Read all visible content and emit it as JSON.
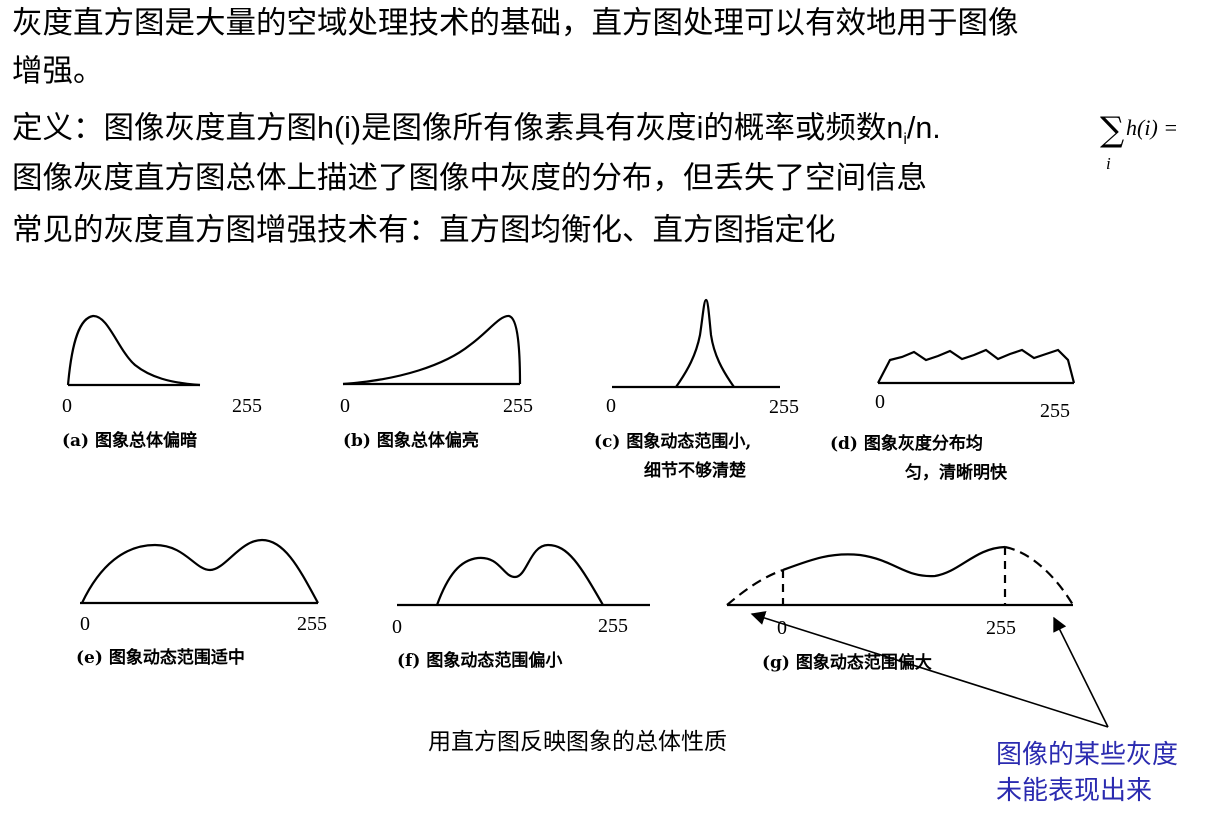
{
  "intro": {
    "line1": "灰度直方图是大量的空域处理技术的基础，直方图处理可以有效地用于图像",
    "line2": "增强。",
    "definition_prefix": "定义：图像灰度直方图",
    "definition_func": "h(i)",
    "definition_mid": "是图像所有像素具有灰度",
    "definition_var": "i",
    "definition_suffix": "的概率或频数",
    "definition_n": "n",
    "definition_sub": "i",
    "definition_tail": "/n.",
    "sum_expr": "h(i) =",
    "sum_index": "i",
    "line4": "图像灰度直方图总体上描述了图像中灰度的分布，但丢失了空间信息",
    "line5": "常见的灰度直方图增强技术有：直方图均衡化、直方图指定化"
  },
  "figure": {
    "axis_min": "0",
    "axis_max": "255",
    "panels": [
      {
        "id": "a",
        "label_lines": [
          "(a)  图象总体偏暗"
        ]
      },
      {
        "id": "b",
        "label_lines": [
          "(b)  图象总体偏亮"
        ]
      },
      {
        "id": "c",
        "label_lines": [
          "(c)  图象动态范围小,",
          "细节不够清楚"
        ]
      },
      {
        "id": "d",
        "label_lines": [
          "(d)  图象灰度分布均",
          "匀，清晰明快"
        ]
      },
      {
        "id": "e",
        "label_lines": [
          "(e)  图象动态范围适中"
        ]
      },
      {
        "id": "f",
        "label_lines": [
          "(f)  图象动态范围偏小"
        ]
      },
      {
        "id": "g",
        "label_lines": [
          "(g)  图象动态范围偏大"
        ]
      }
    ],
    "caption": "用直方图反映图象的总体性质"
  },
  "callout": {
    "line1": "图像的某些灰度",
    "line2": "未能表现出来",
    "color": "#2b2bb0"
  }
}
